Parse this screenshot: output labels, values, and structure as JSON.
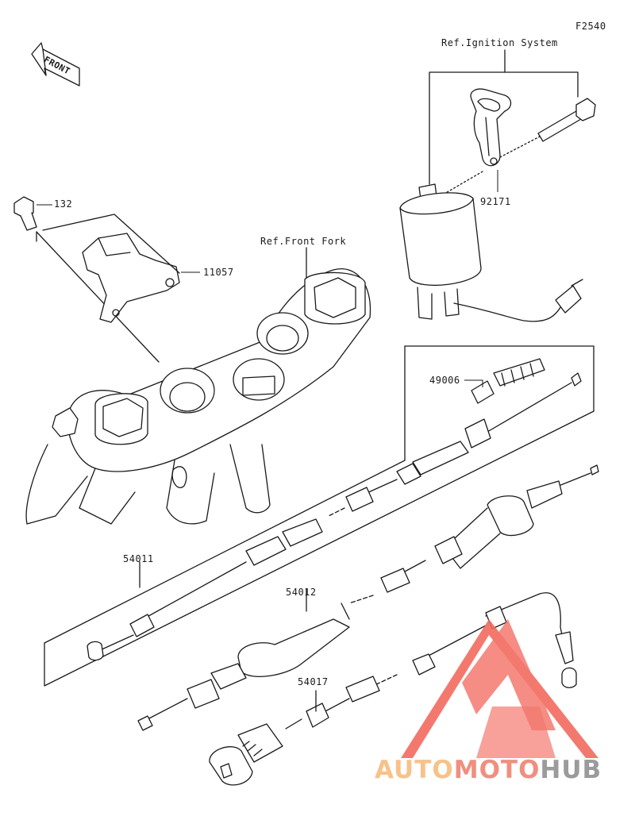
{
  "figure_code": "F2540",
  "front_indicator": "FRONT",
  "references": {
    "ignition_system": "Ref.Ignition System",
    "front_fork": "Ref.Front Fork"
  },
  "parts": [
    {
      "id": "bolt",
      "number": "132"
    },
    {
      "id": "bracket",
      "number": "11057"
    },
    {
      "id": "clamp",
      "number": "92171"
    },
    {
      "id": "boot",
      "number": "49006"
    },
    {
      "id": "cable-1",
      "number": "54011"
    },
    {
      "id": "cable-2",
      "number": "54012"
    },
    {
      "id": "choke-cable",
      "number": "54017"
    }
  ],
  "watermark": {
    "part1": "AUTO",
    "part2": "MOTO",
    "part3": "HUB",
    "colors": {
      "part1": "#f7c28a",
      "part2": "#f08f7f",
      "part3": "#9b9b9b",
      "logo": "#f26b60"
    }
  }
}
